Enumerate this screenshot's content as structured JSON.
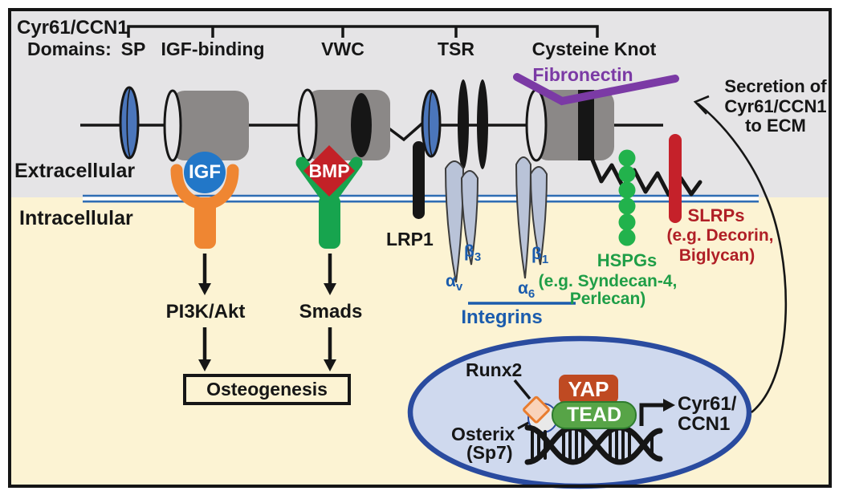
{
  "header": {
    "title": "Cyr61/CCN1",
    "domains_label": "Domains:"
  },
  "domains": {
    "sp": "SP",
    "igf_binding": "IGF-binding",
    "vwc": "VWC",
    "tsr": "TSR",
    "cysteine_knot": "Cysteine Knot"
  },
  "ecm": {
    "fibronectin": "Fibronectin",
    "secretion_line1": "Secretion of",
    "secretion_line2": "Cyr61/CCN1",
    "secretion_line3": "to ECM"
  },
  "compartments": {
    "extracellular": "Extracellular",
    "intracellular": "Intracellular"
  },
  "ligands": {
    "igf": "IGF",
    "bmp": "BMP"
  },
  "receptors": {
    "lrp1": "LRP1",
    "integrins": {
      "beta3_base": "β",
      "beta3_sub": "3",
      "alphav_base": "α",
      "alphav_sub": "v",
      "alpha6_base": "α",
      "alpha6_sub": "6",
      "beta1_base": "β",
      "beta1_sub": "1",
      "group_label": "Integrins"
    },
    "hspgs": {
      "line1": "HSPGs",
      "line2": "(e.g. Syndecan-4,",
      "line3": "Perlecan)"
    },
    "slrps": {
      "line1": "SLRPs",
      "line2": "(e.g. Decorin,",
      "line3": "Biglycan)"
    }
  },
  "signaling": {
    "igf_pathway": "PI3K/Akt",
    "bmp_pathway": "Smads",
    "outcome": "Osteogenesis"
  },
  "nucleus": {
    "runx2": "Runx2",
    "osterix": "Osterix",
    "osterix_alt": "(Sp7)",
    "yap": "YAP",
    "tead": "TEAD",
    "target_gene_line1": "Cyr61/",
    "target_gene_line2": "CCN1"
  },
  "colors": {
    "extracellular_bg": "#e5e4e6",
    "intracellular_bg": "#fcf3d3",
    "membrane_blue": "#2f6db4",
    "domain_gray": "#8b8887",
    "sp_blue": "#4b76bb",
    "igf_blue": "#2277c8",
    "receptor_orange": "#ef8632",
    "receptor_green": "#17a44e",
    "bmp_red": "#c32127",
    "slrp_red": "#c5212a",
    "hspg_green": "#22b24c",
    "integrin_fill": "#b9c3d8",
    "fibronectin_purple": "#7b3aa5",
    "nucleus_fill": "#cfd9ee",
    "nucleus_border": "#2a4b9f",
    "yap_fill": "#bf4a22",
    "tead_fill": "#57a447",
    "integrin_text_blue": "#1b5cad"
  }
}
